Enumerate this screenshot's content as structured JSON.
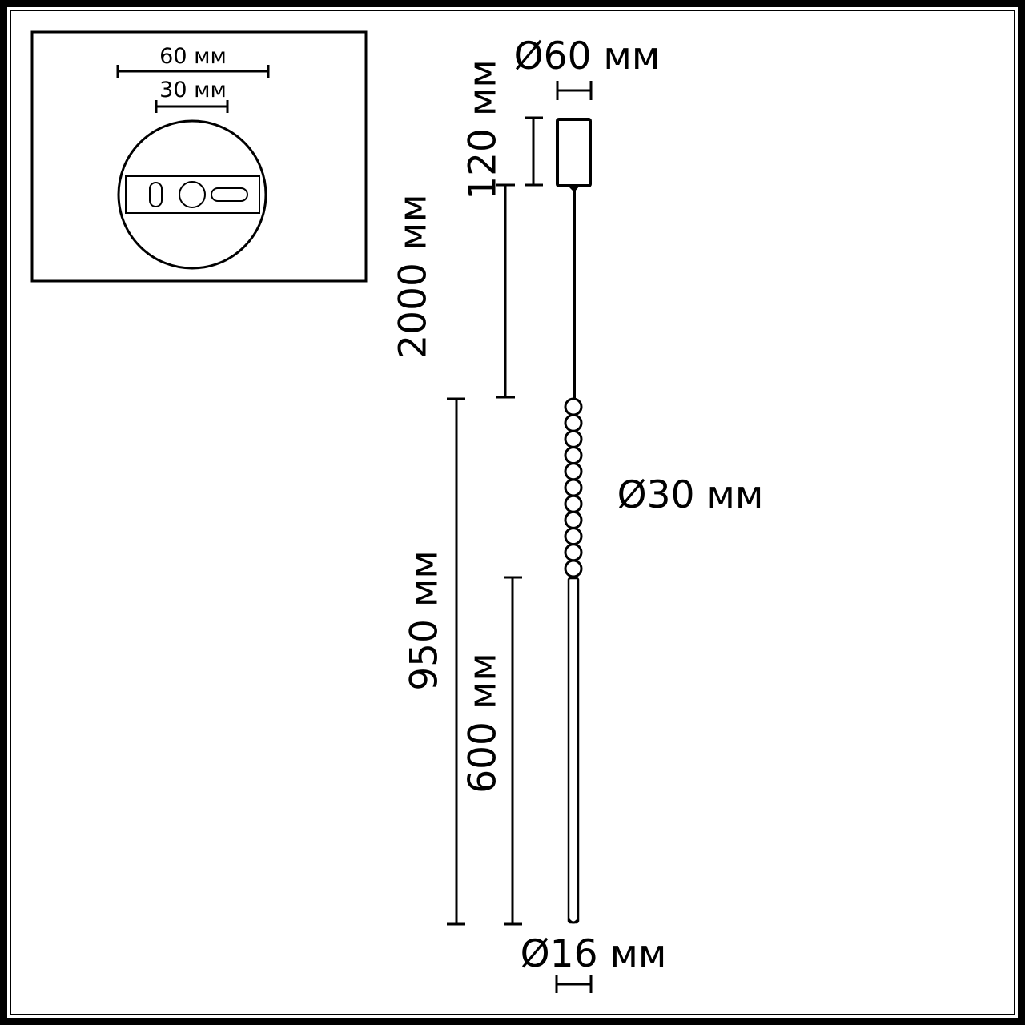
{
  "diagram": {
    "type": "technical-dimension-drawing",
    "subject": "pendant lamp",
    "colors": {
      "line": "#000000",
      "background": "#ffffff"
    }
  },
  "inset": {
    "dim_outer": "60 мм",
    "dim_inner": "30 мм"
  },
  "labels": {
    "canopy_diameter": "Ø60 мм",
    "canopy_height": "120 мм",
    "cable_length": "2000 мм",
    "beads_diameter": "Ø30 мм",
    "lamp_length": "950 мм",
    "rod_length": "600 мм",
    "rod_diameter": "Ø16 мм"
  },
  "beads": {
    "count": 11
  }
}
